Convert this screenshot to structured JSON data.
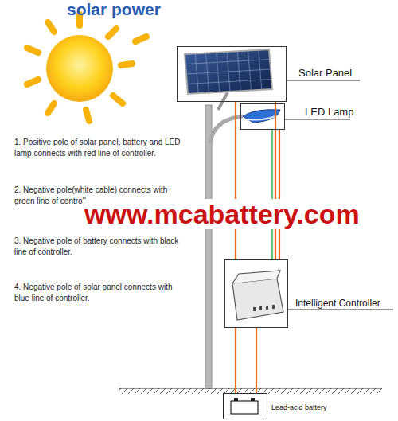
{
  "diagram": {
    "title": "solar power",
    "nodes": [
      {
        "text": [
          "Solar Panel"
        ]
      },
      {
        "text": [
          "LED Lamp"
        ]
      },
      {
        "text": [
          "Intelligent Controller"
        ]
      },
      {
        "text": [
          "Lead-acid battery"
        ]
      }
    ],
    "edges": [
      {
        "from": 0,
        "to": 2,
        "arrow": "none"
      },
      {
        "from": 1,
        "to": 2,
        "arrow": "none"
      },
      {
        "from": 2,
        "to": 3,
        "arrow": "none"
      }
    ],
    "labels": [
      "1. Positive pole of solar panel, battery and LED lamp connects with red line of controller.",
      "2. Negative pole(white cable) connects with green line of controller.",
      "3. Negative pole of battery connects with black line of controller.",
      "4. Negative pole of solar panel connects with blue line of controller.",
      "www.mcabattery.com"
    ]
  }
}
